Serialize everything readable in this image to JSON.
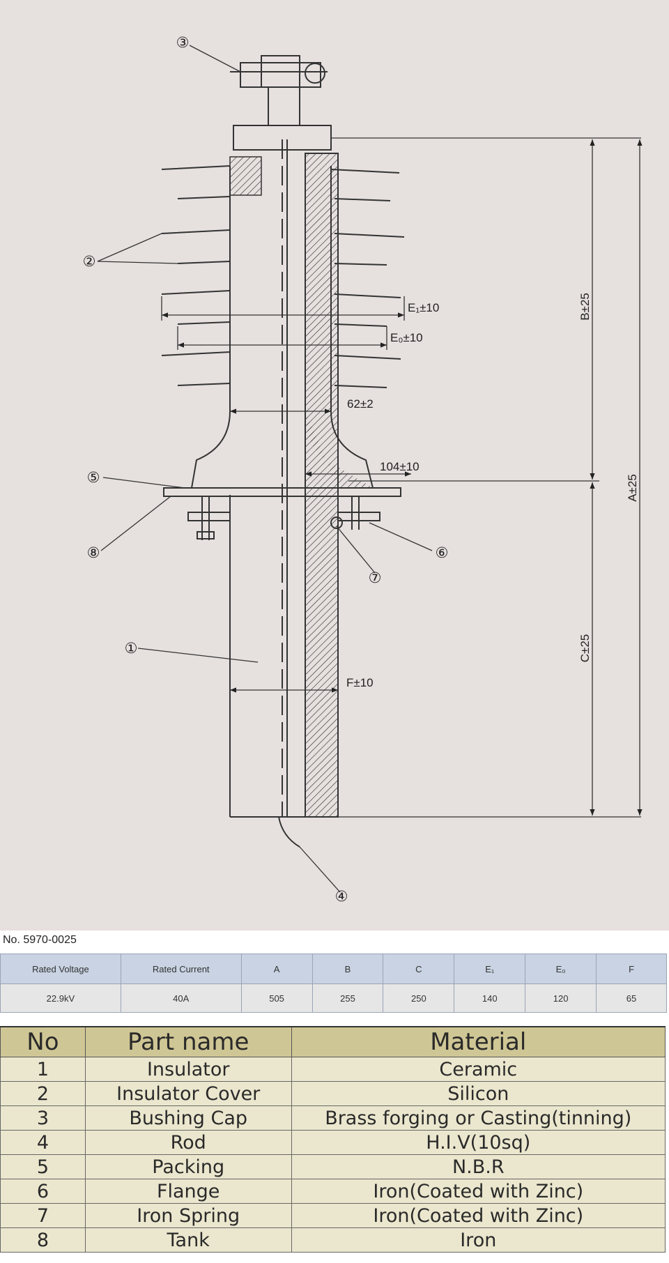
{
  "diagram": {
    "callouts": [
      "③",
      "②",
      "⑤",
      "⑧",
      "⑥",
      "⑦",
      "①",
      "④"
    ],
    "dimensions": {
      "e1": "E₁±10",
      "e0": "E₀±10",
      "d62": "62±2",
      "d104": "104±10",
      "f": "F±10",
      "b": "B±25",
      "a": "A±25",
      "c": "C±25"
    }
  },
  "document_number": "No. 5970-0025",
  "spec_table": {
    "headers": [
      "Rated Voltage",
      "Rated Current",
      "A",
      "B",
      "C",
      "E₁",
      "E₀",
      "F"
    ],
    "row": [
      "22.9kV",
      "40A",
      "505",
      "255",
      "250",
      "140",
      "120",
      "65"
    ]
  },
  "parts_table": {
    "headers": [
      "No",
      "Part name",
      "Material"
    ],
    "rows": [
      [
        "1",
        "Insulator",
        "Ceramic"
      ],
      [
        "2",
        "Insulator Cover",
        "Silicon"
      ],
      [
        "3",
        "Bushing Cap",
        "Brass forging or Casting(tinning)"
      ],
      [
        "4",
        "Rod",
        "H.I.V(10sq)"
      ],
      [
        "5",
        "Packing",
        "N.B.R"
      ],
      [
        "6",
        "Flange",
        "Iron(Coated with Zinc)"
      ],
      [
        "7",
        "Iron Spring",
        "Iron(Coated with Zinc)"
      ],
      [
        "8",
        "Tank",
        "Iron"
      ]
    ]
  },
  "colors": {
    "drawing_background": "#e6e0df",
    "spec_header": "#c9d3e3",
    "parts_header": "#cfc695",
    "parts_body": "#ebe7ce"
  }
}
